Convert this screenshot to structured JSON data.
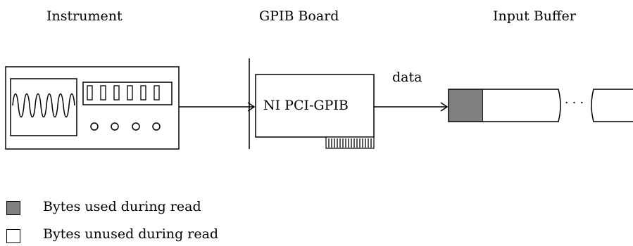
{
  "headers": {
    "instrument": "Instrument",
    "gpib_board": "GPIB Board",
    "input_buffer": "Input Buffer"
  },
  "board": {
    "label": "NI PCI-GPIB"
  },
  "arrow_label": "data",
  "buffer": {
    "ellipsis": "· · ·"
  },
  "legend": {
    "used": "Bytes used during read",
    "unused": "Bytes unused during read"
  },
  "colors": {
    "used_fill": "#808080",
    "unused_fill": "#ffffff",
    "stroke": "#000000"
  }
}
